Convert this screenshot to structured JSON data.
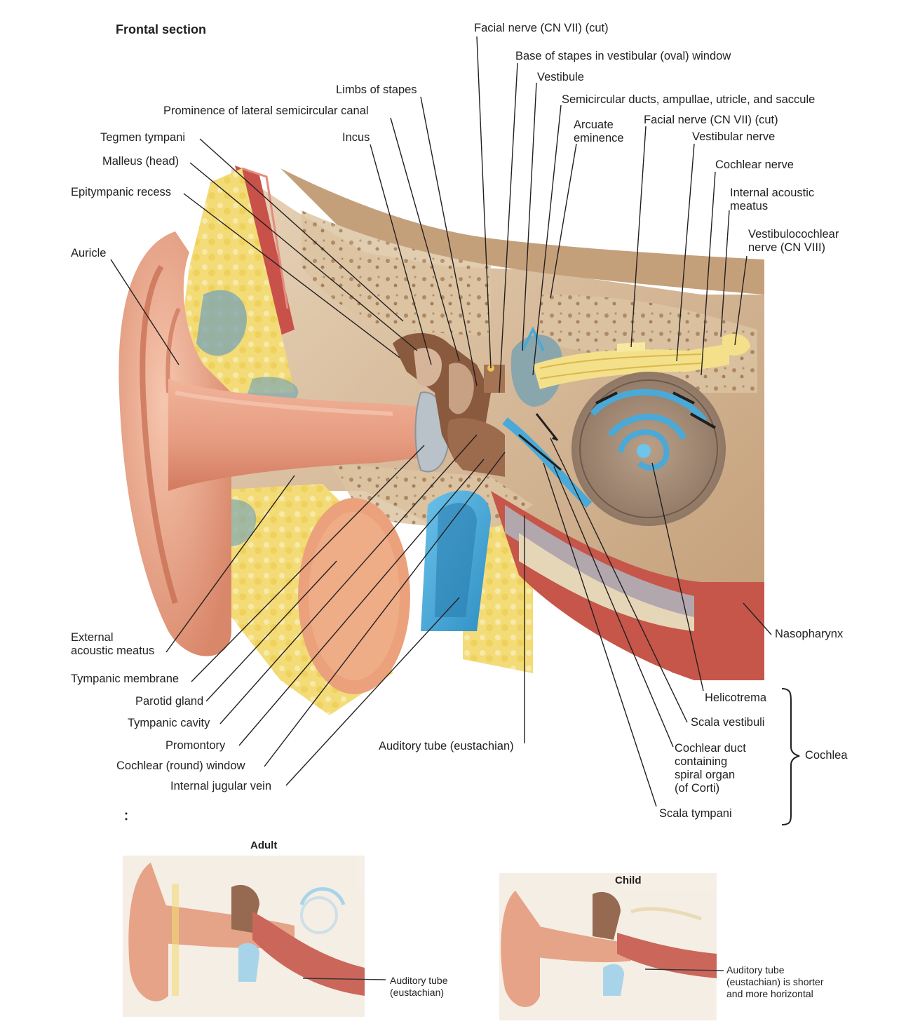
{
  "title": "Frontal section",
  "labels_left": [
    "Auricle",
    "Epitympanic recess",
    "Malleus (head)",
    "Tegmen tympani",
    "Incus",
    "Prominence of lateral semicircular canal",
    "Limbs of stapes"
  ],
  "labels_top": {
    "facial_cut_1": "Facial nerve (CN VII) (cut)",
    "base_stapes": "Base of stapes in vestibular (oval) window",
    "vestibule": "Vestibule",
    "semicircular": "Semicircular ducts, ampullae, utricle, and saccule",
    "arcuate_1": "Arcuate",
    "arcuate_2": "eminence",
    "facial_cut_2": "Facial nerve (CN VII) (cut)",
    "vestibular_nerve": "Vestibular nerve",
    "cochlear_nerve": "Cochlear nerve",
    "iam_1": "Internal acoustic",
    "iam_2": "meatus",
    "vcn_1": "Vestibulocochlear",
    "vcn_2": "nerve (CN VIII)"
  },
  "labels_bottom_left": {
    "eam_1": "External",
    "eam_2": "acoustic meatus",
    "tympanic_membrane": "Tympanic membrane",
    "parotid": "Parotid gland",
    "tympanic_cavity": "Tympanic cavity",
    "promontory": "Promontory",
    "round_window": "Cochlear (round) window",
    "ijv": "Internal jugular vein"
  },
  "labels_bottom_right": {
    "auditory_tube": "Auditory tube (eustachian)",
    "nasopharynx": "Nasopharynx",
    "helicotrema": "Helicotrema",
    "scala_vestibuli": "Scala vestibuli",
    "cd_1": "Cochlear duct",
    "cd_2": "containing",
    "cd_3": "spiral organ",
    "cd_4": "(of Corti)",
    "scala_tympani": "Scala tympani",
    "cochlea": "Cochlea"
  },
  "insets": {
    "adult_title": "Adult",
    "adult_tube_1": "Auditory tube",
    "adult_tube_2": "(eustachian)",
    "child_title": "Child",
    "child_tube_1": "Auditory tube",
    "child_tube_2": "(eustachian) is shorter",
    "child_tube_3": "and more horizontal"
  },
  "colors": {
    "skin": "#e49a7c",
    "bone": "#c9a57f",
    "fat": "#f2d66a",
    "duct_blue": "#4aa9d6",
    "ossicle": "#a56a4a",
    "nerve": "#f4e08a",
    "muscle": "#c8524a"
  }
}
